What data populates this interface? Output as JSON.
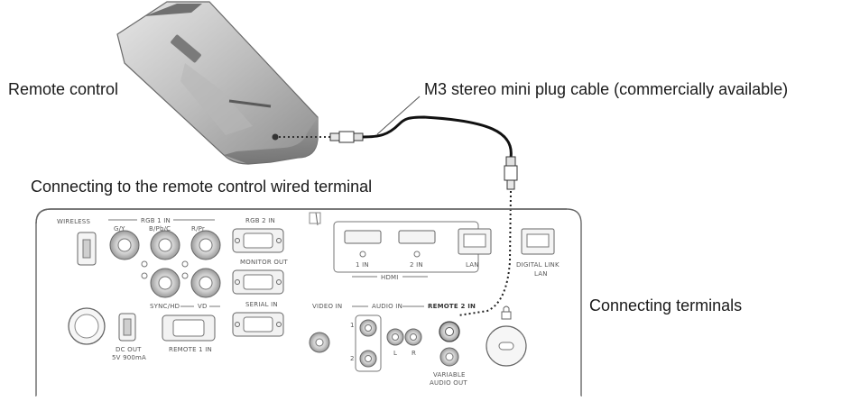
{
  "labels": {
    "remote_control": "Remote control",
    "cable": "M3 stereo mini plug cable (commercially available)",
    "connecting_wired": "Connecting to the remote control wired terminal",
    "connecting_terminals": "Connecting terminals"
  },
  "panel": {
    "wireless": "WIRELESS",
    "rgb1_in": "RGB 1 IN",
    "g_y": "G/Y",
    "b_pb_c": "B/Pb/C",
    "r_pr": "R/Pr",
    "sync_hd": "SYNC/HD",
    "vd": "VD",
    "rgb2_in": "RGB 2 IN",
    "monitor_out": "MONITOR OUT",
    "serial_in": "SERIAL IN",
    "remote1_in": "REMOTE 1 IN",
    "dc_out": "DC OUT",
    "dc_rating": "5V 900mA",
    "hdmi_1_in": "1 IN",
    "hdmi_2_in": "2 IN",
    "hdmi": "HDMI",
    "lan": "LAN",
    "digital_link": "DIGITAL LINK",
    "digital_link_lan": "LAN",
    "video_in": "VIDEO IN",
    "audio_in": "AUDIO IN",
    "audio_1": "1",
    "audio_2": "2",
    "audio_l": "L",
    "audio_r": "R",
    "remote2_in": "REMOTE 2 IN",
    "variable": "VARIABLE",
    "audio_out": "AUDIO OUT"
  },
  "colors": {
    "line": "#555555",
    "cable": "#111111",
    "panel_stroke": "#666666"
  }
}
